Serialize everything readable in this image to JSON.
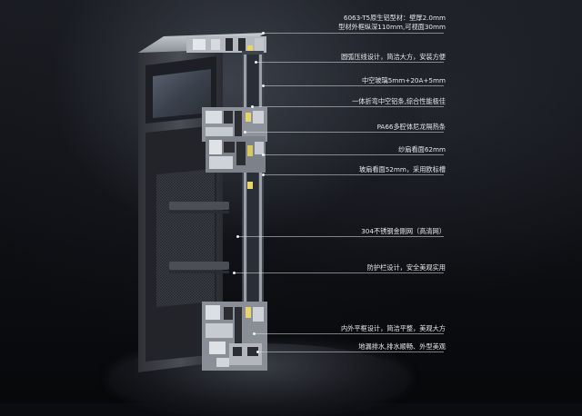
{
  "callouts": [
    {
      "id": "profile",
      "lines": [
        "6063-T5原生铝型材：壁厚2.0mm",
        "型材外框纵深110mm,可视面30mm"
      ]
    },
    {
      "id": "arc-line",
      "lines": [
        "圆弧压线设计，简洁大方，安装方便"
      ]
    },
    {
      "id": "glass",
      "lines": [
        "中空玻璃5mm+20A+5mm"
      ]
    },
    {
      "id": "spacer",
      "lines": [
        "一体折弯中空铝条,综合性能极佳"
      ]
    },
    {
      "id": "pa66",
      "lines": [
        "PA66多腔体尼龙隔热条"
      ]
    },
    {
      "id": "screen-sash",
      "lines": [
        "纱扇看面62mm"
      ]
    },
    {
      "id": "glass-sash",
      "lines": [
        "玻扇看面52mm，采用欧标槽"
      ]
    },
    {
      "id": "mesh",
      "lines": [
        "304不锈钢金刚网（高清网）"
      ]
    },
    {
      "id": "guard",
      "lines": [
        "防护栏设计，安全美观实用"
      ]
    },
    {
      "id": "frame",
      "lines": [
        "内外平框设计，简洁平整，美观大方"
      ]
    },
    {
      "id": "drain",
      "lines": [
        "地漏排水,排水顺畅、外型美观"
      ]
    }
  ]
}
